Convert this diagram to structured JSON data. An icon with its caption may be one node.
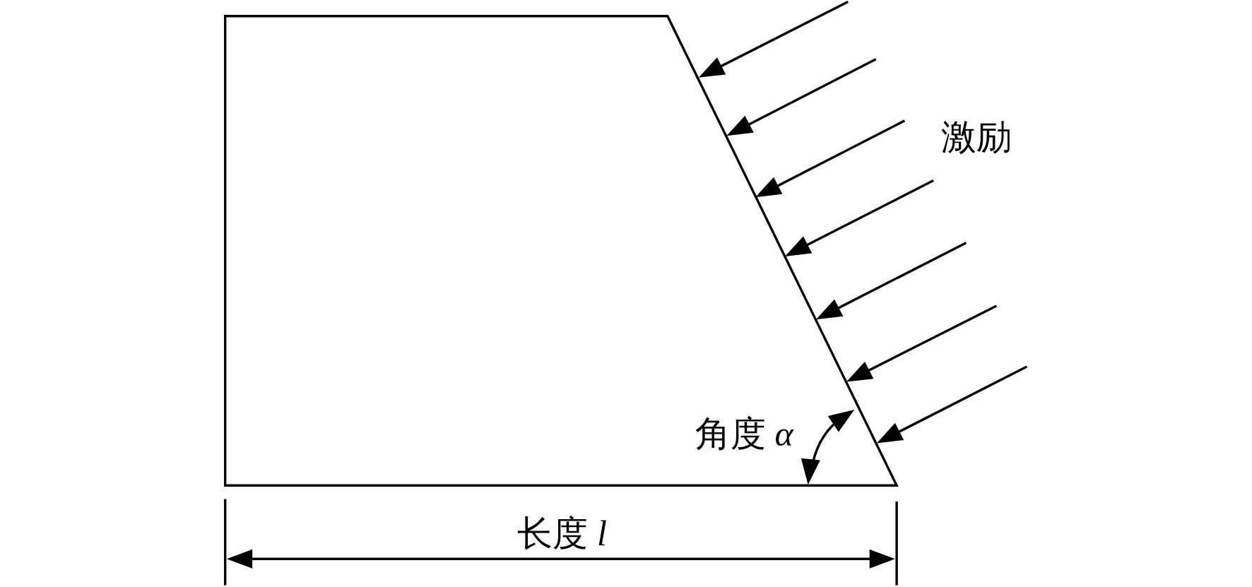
{
  "diagram": {
    "labels": [
      "激励",
      "角度 *α*",
      "长度 *l*"
    ]
  }
}
